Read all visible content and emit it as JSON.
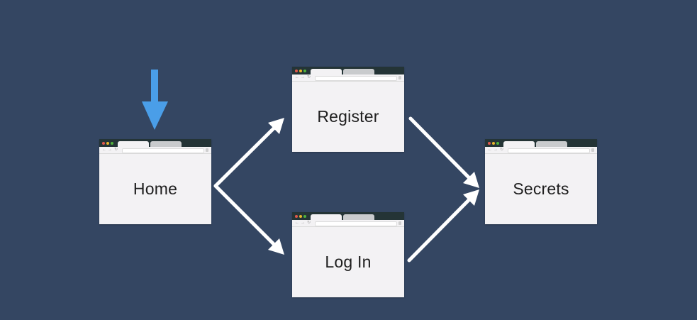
{
  "pages": {
    "home": "Home",
    "register": "Register",
    "login": "Log In",
    "secrets": "Secrets"
  },
  "colors": {
    "background": "#344662",
    "entry_arrow": "#4a9ee8",
    "flow_arrow": "#ffffff",
    "window_body": "#f3f2f4",
    "titlebar": "#243436"
  }
}
